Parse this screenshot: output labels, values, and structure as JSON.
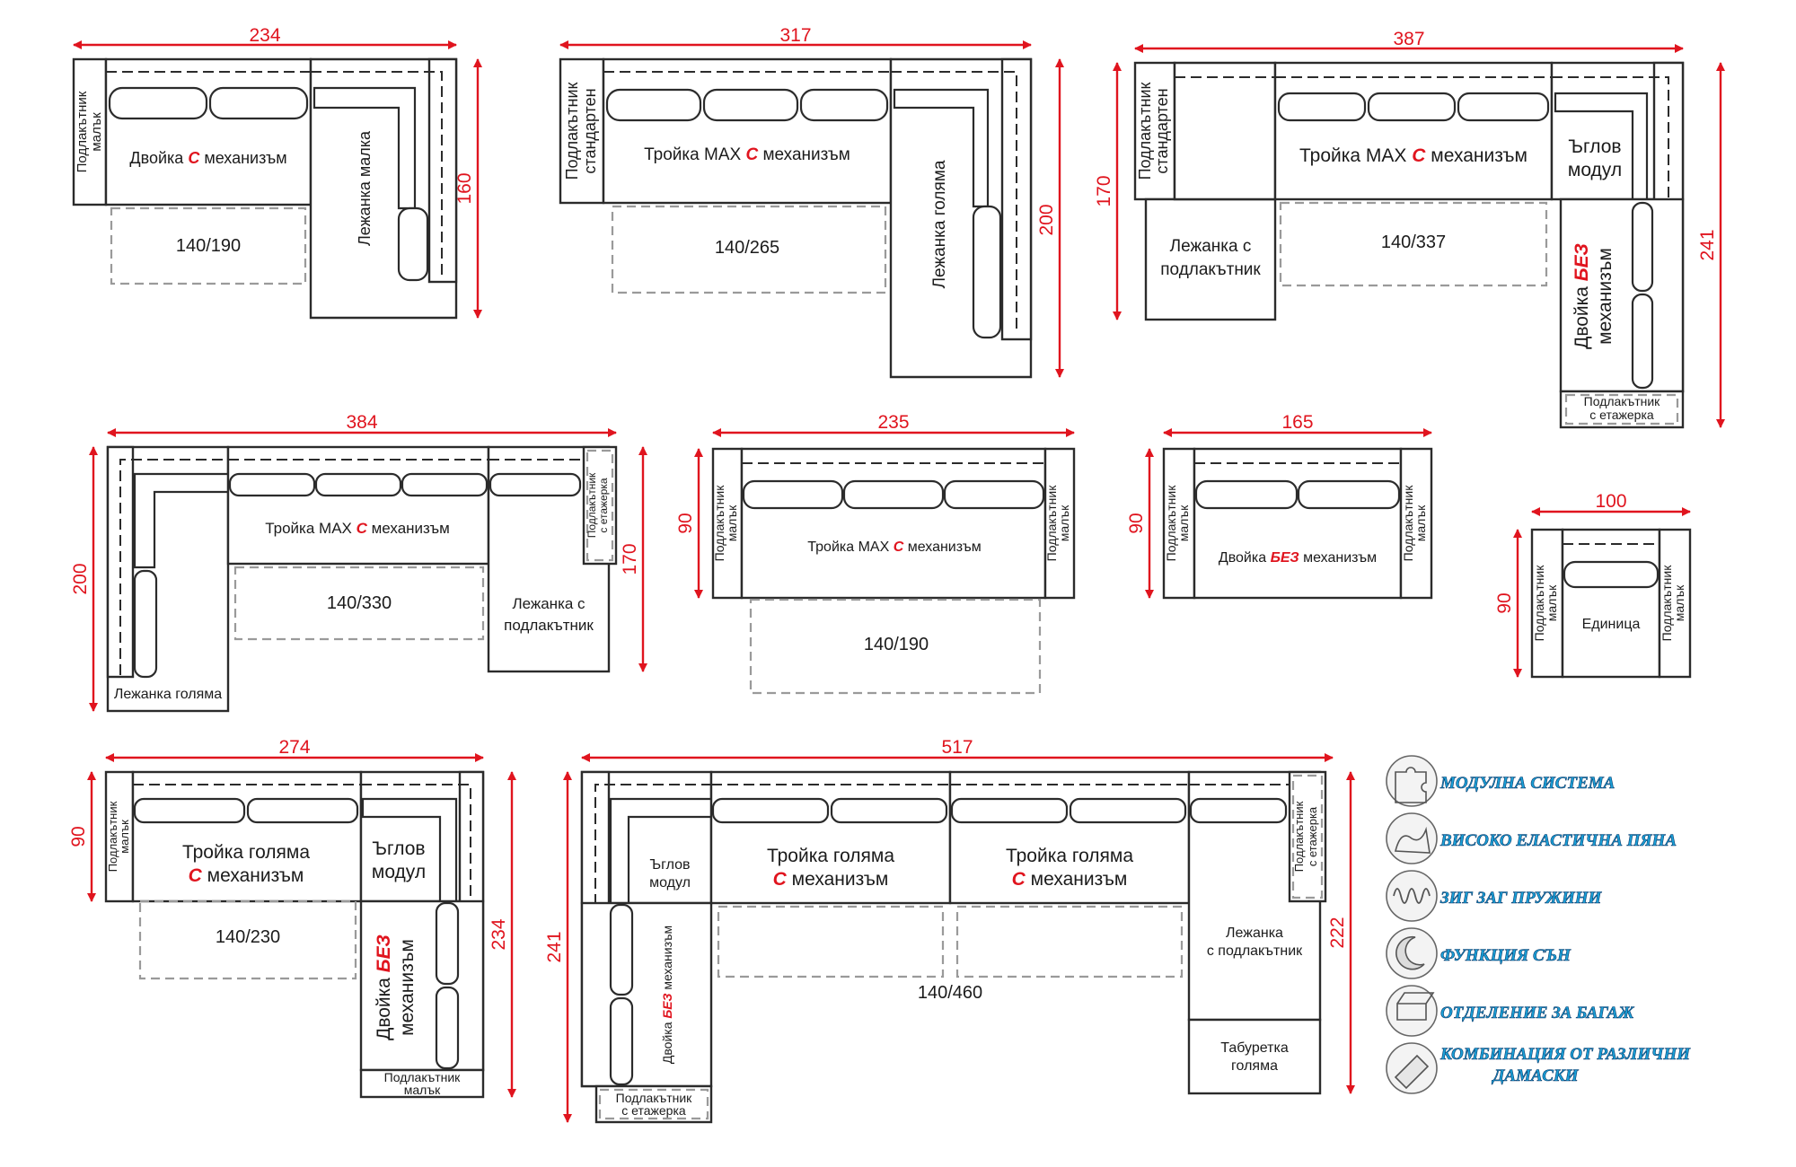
{
  "labels": {
    "armrest_small": "Подлакътник малък",
    "armrest_standard": "Подлакътник стандартен",
    "armrest_shelf": "Подлакътник с етажерка",
    "sofa2_with_pre": "Двойка ",
    "with_word": "С",
    "without_word": "БЕЗ",
    "mechanism_word": " механизъм",
    "mechanism_alone": "механизъм",
    "sofa2": "Двойка ",
    "sofa3max": "Тройка MAX ",
    "sofa3big": "Тройка голяма",
    "lounger_small": "Лежанка малка",
    "lounger_big": "Лежанка голяма",
    "lounger_arm_1": "Лежанка с",
    "lounger_arm_2": "подлакътник",
    "corner_1": "Ъглов",
    "corner_2": "модул",
    "unit": "Единица",
    "lounger_arm_full": "с подлакътник",
    "lounger_word": "Лежанка",
    "stool_1": "Табуретка",
    "stool_2": "голяма",
    "armrest_word": "Подлакътник",
    "small_word": "малък",
    "standard_word": "стандартен",
    "shelf_word": "с етажерка"
  },
  "dims": {
    "d1_w": "234",
    "d1_h": "160",
    "d1_bed": "140/190",
    "d2_w": "317",
    "d2_h": "200",
    "d2_bed": "140/265",
    "d3_w": "387",
    "d3_h1": "170",
    "d3_h2": "241",
    "d3_bed": "140/337",
    "d4_w": "384",
    "d4_h1": "200",
    "d4_h2": "170",
    "d4_bed": "140/330",
    "d5_w": "235",
    "d5_h": "90",
    "d5_bed": "140/190",
    "d6_w": "165",
    "d6_h": "90",
    "d7_w": "100",
    "d7_h": "90",
    "d8_w": "274",
    "d8_h1": "90",
    "d8_h2": "234",
    "d8_bed": "140/230",
    "d9_w": "517",
    "d9_h1": "241",
    "d9_h2": "222",
    "d9_bed": "140/460"
  },
  "features": [
    {
      "icon": "puzzle-icon",
      "text": "МОДУЛНА СИСТЕМА"
    },
    {
      "icon": "foam-icon",
      "text": "ВИСОКО ЕЛАСТИЧНА ПЯНА"
    },
    {
      "icon": "spring-icon",
      "text": "ЗИГ ЗАГ ПРУЖИНИ"
    },
    {
      "icon": "moon-icon",
      "text": "ФУНКЦИЯ СЪН"
    },
    {
      "icon": "storage-box-icon",
      "text": "ОТДЕЛЕНИЕ ЗА БАГАЖ"
    },
    {
      "icon": "fabric-icon",
      "text": "КОМБИНАЦИЯ ОТ РАЗЛИЧНИ",
      "text2": "ДАМАСКИ"
    }
  ],
  "colors": {
    "dimension": "#e0141e",
    "line": "#2b2b2b",
    "bed_outline": "#9a9a9a",
    "feature_text": "#1a9fd6"
  }
}
